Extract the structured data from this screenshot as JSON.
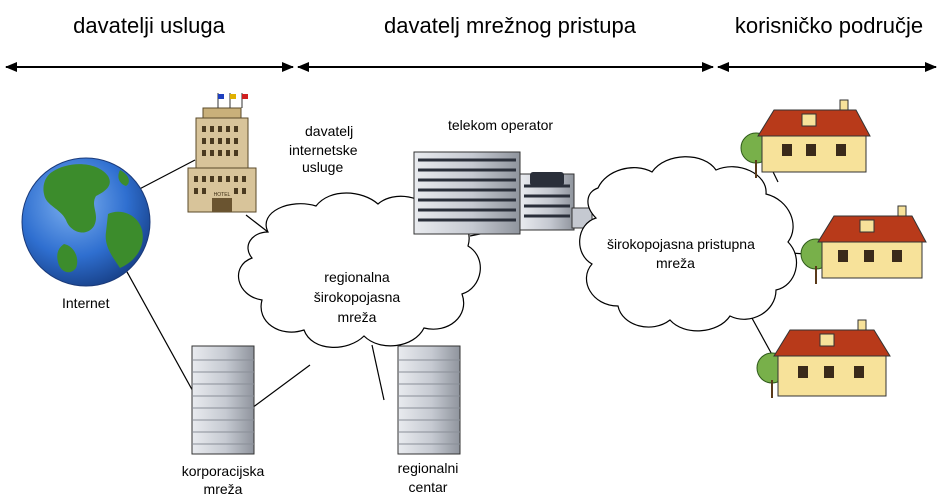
{
  "headers": {
    "providers": "davatelji usluga",
    "access": "davatelj mrežnog pristupa",
    "user_area": "korisničko područje"
  },
  "labels": {
    "internet": "Internet",
    "isp_line1": "davatelj",
    "isp_line2": "internetske",
    "isp_line3": "usluge",
    "telecom": "telekom operator",
    "regional_cloud_line1": "regionalna",
    "regional_cloud_line2": "širokopojasna",
    "regional_cloud_line3": "mreža",
    "access_cloud_line1": "širokopojasna pristupna",
    "access_cloud_line2": "mreža",
    "corporate_line1": "korporacijska",
    "corporate_line2": "mreža",
    "regional_center_line1": "regionalni",
    "regional_center_line2": "centar",
    "hotel_sign": "HOTEL"
  },
  "colors": {
    "house_wall": "#f7e29a",
    "house_roof": "#b83a1a",
    "tree": "#78b04a",
    "globe_ocean": "#2f6fd0",
    "globe_land": "#3c8c2c",
    "building_gray": "#c9ccd3",
    "hotel_wall": "#d8c49a"
  }
}
